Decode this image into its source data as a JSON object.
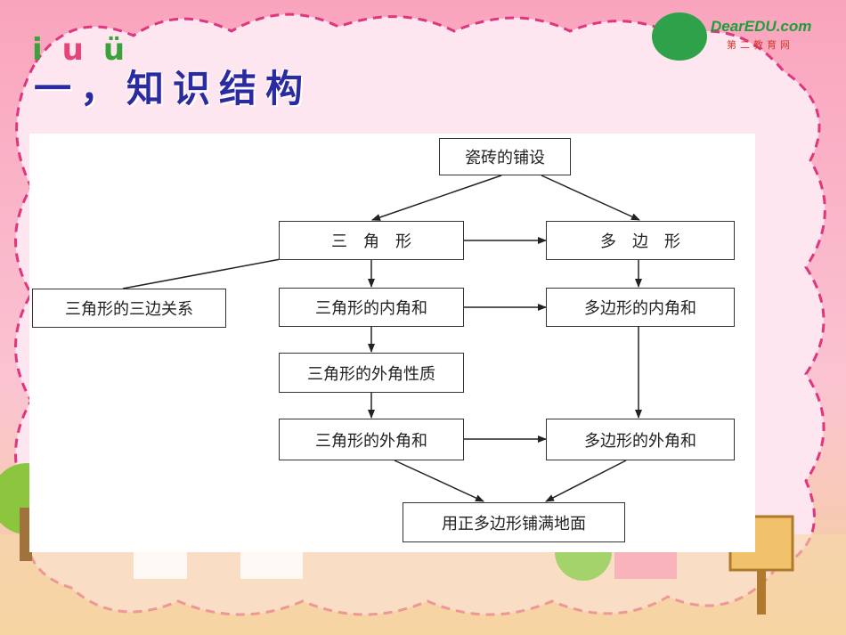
{
  "slide": {
    "pinyin": [
      "i",
      "u",
      "ü"
    ],
    "heading": "一，知识结构",
    "logo_brand": "DearEDU.com",
    "logo_sub": "第二教育网"
  },
  "diagram": {
    "nodes": {
      "root": "瓷砖的铺设",
      "triangle": "三　角　形",
      "polygon": "多　边　形",
      "tri_sides": "三角形的三边关系",
      "tri_inner": "三角形的内角和",
      "poly_inner": "多边形的内角和",
      "tri_ext_prop": "三角形的外角性质",
      "tri_ext_sum": "三角形的外角和",
      "poly_ext_sum": "多边形的外角和",
      "tiling": "用正多边形铺满地面"
    }
  },
  "colors": {
    "title": "#2b2aa0",
    "background_pink": "#f9a6bf",
    "border_dash": "#e0357f"
  }
}
